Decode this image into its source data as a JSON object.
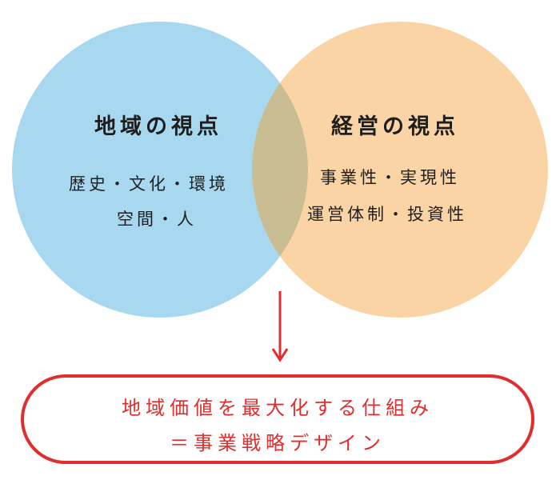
{
  "colors": {
    "left_circle": "#a8d8ef",
    "right_circle": "#fbd4a6",
    "overlap": "#c8bd93",
    "text": "#1e1e1e",
    "accent_red": "#e02d2d"
  },
  "left_circle": {
    "title": "地域の視点",
    "lines": [
      "歴史・文化・環境",
      "空間・人"
    ]
  },
  "right_circle": {
    "title": "経営の視点",
    "lines": [
      "事業性・実現性",
      "運営体制・投資性"
    ]
  },
  "conclusion": {
    "line1": "地域価値を最大化する仕組み",
    "line2": "＝事業戦略デザイン"
  }
}
